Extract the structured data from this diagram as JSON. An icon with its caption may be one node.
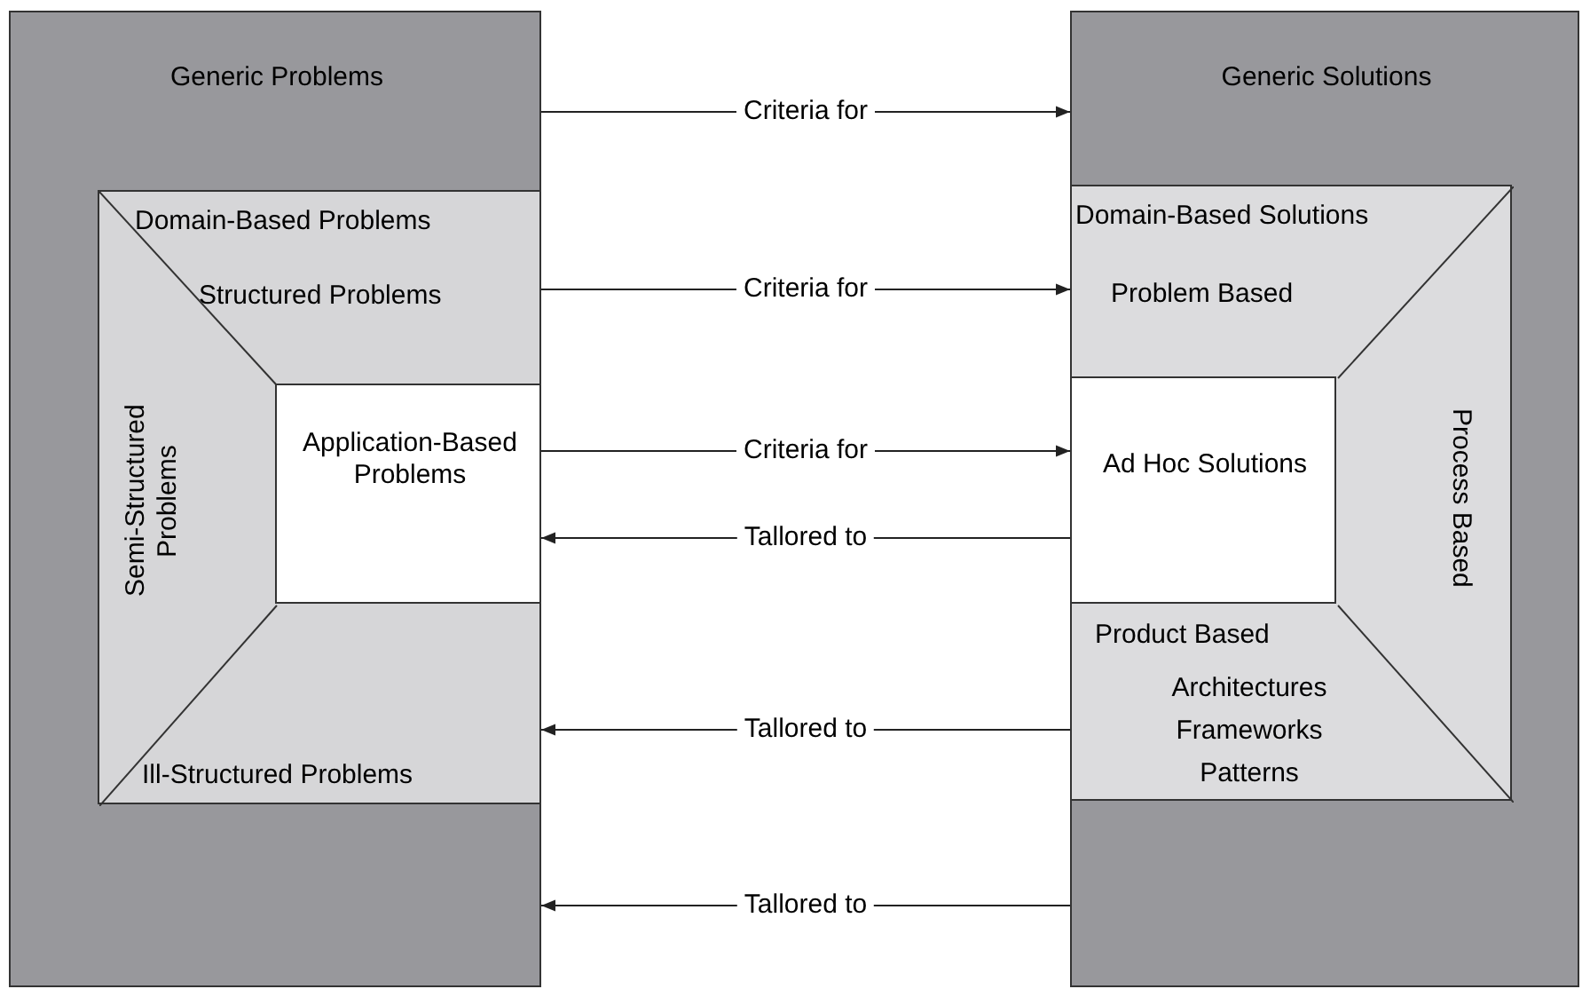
{
  "diagram": {
    "nodes": [
      {
        "text": [
          "Generic Problems"
        ]
      },
      {
        "text": [
          "Domain-Based Problems",
          "Structured Problems",
          "Semi-Structured Problems",
          "Ill-Structured Problems"
        ],
        "in": 0
      },
      {
        "text": [
          "Application-Based Problems"
        ],
        "in": 1
      },
      {
        "text": [
          "Generic Solutions"
        ]
      },
      {
        "text": [
          "Domain-Based Solutions",
          "Problem Based",
          "Process Based",
          "Product Based",
          "Architectures",
          "Frameworks",
          "Patterns"
        ],
        "in": 3
      },
      {
        "text": [
          "Ad Hoc Solutions"
        ],
        "in": 4
      }
    ],
    "edges": [
      {
        "from": 0,
        "to": 3,
        "arrow": "to",
        "label": "Criteria for"
      },
      {
        "from": 1,
        "to": 4,
        "arrow": "to",
        "label": "Criteria for"
      },
      {
        "from": 2,
        "to": 5,
        "arrow": "to",
        "label": "Criteria for"
      },
      {
        "from": 5,
        "to": 2,
        "arrow": "to",
        "label": "Tallored to"
      },
      {
        "from": 4,
        "to": 1,
        "arrow": "to",
        "label": "Tallored to"
      },
      {
        "from": 3,
        "to": 0,
        "arrow": "to",
        "label": "Tallored to"
      }
    ]
  }
}
